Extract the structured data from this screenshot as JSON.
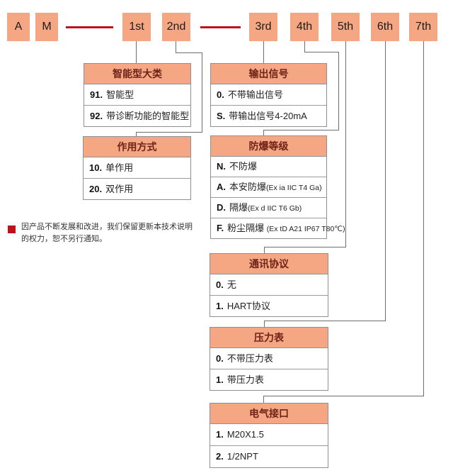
{
  "top_row": {
    "boxes": [
      {
        "label": "A"
      },
      {
        "label": "M"
      },
      {
        "label": "1st"
      },
      {
        "label": "2nd"
      },
      {
        "label": "3rd"
      },
      {
        "label": "4th"
      },
      {
        "label": "5th"
      },
      {
        "label": "6th"
      },
      {
        "label": "7th"
      }
    ]
  },
  "tables": [
    {
      "title": "智能型大类",
      "rows": [
        {
          "code": "91.",
          "label": "智能型",
          "note": ""
        },
        {
          "code": "92.",
          "label": "带诊断功能的智能型",
          "note": ""
        }
      ]
    },
    {
      "title": "输出信号",
      "rows": [
        {
          "code": "0.",
          "label": "不带输出信号",
          "note": ""
        },
        {
          "code": "S.",
          "label": "带输出信号4-20mA",
          "note": ""
        }
      ]
    },
    {
      "title": "作用方式",
      "rows": [
        {
          "code": "10.",
          "label": "单作用",
          "note": ""
        },
        {
          "code": "20.",
          "label": "双作用",
          "note": ""
        }
      ]
    },
    {
      "title": "防爆等级",
      "rows": [
        {
          "code": "N.",
          "label": "不防爆",
          "note": ""
        },
        {
          "code": "A.",
          "label": "本安防爆",
          "note": "(Ex ia IIC T4 Ga)"
        },
        {
          "code": "D.",
          "label": "隔爆",
          "note": "(Ex d IIC T6 Gb)"
        },
        {
          "code": "F.",
          "label": "粉尘隔爆",
          "note": "(Ex tD A21 IP67 T80℃)"
        }
      ]
    },
    {
      "title": "通讯协议",
      "rows": [
        {
          "code": "0.",
          "label": "无",
          "note": ""
        },
        {
          "code": "1.",
          "label": "HART协议",
          "note": ""
        }
      ]
    },
    {
      "title": "压力表",
      "rows": [
        {
          "code": "0.",
          "label": "不带压力表",
          "note": ""
        },
        {
          "code": "1.",
          "label": "带压力表",
          "note": ""
        }
      ]
    },
    {
      "title": "电气接口",
      "rows": [
        {
          "code": "1.",
          "label": "M20X1.5",
          "note": ""
        },
        {
          "code": "2.",
          "label": "1/2NPT",
          "note": ""
        }
      ]
    }
  ],
  "note": {
    "line1": "因产品不断发展和改进，我们保留更新本技术说明",
    "line2": "的权力，恕不另行通知。"
  },
  "colors": {
    "box_fill": "#f5a783",
    "accent_red": "#bf1218",
    "header_text": "#6e2318",
    "connector": "#6e6e6e",
    "border": "#909090"
  }
}
